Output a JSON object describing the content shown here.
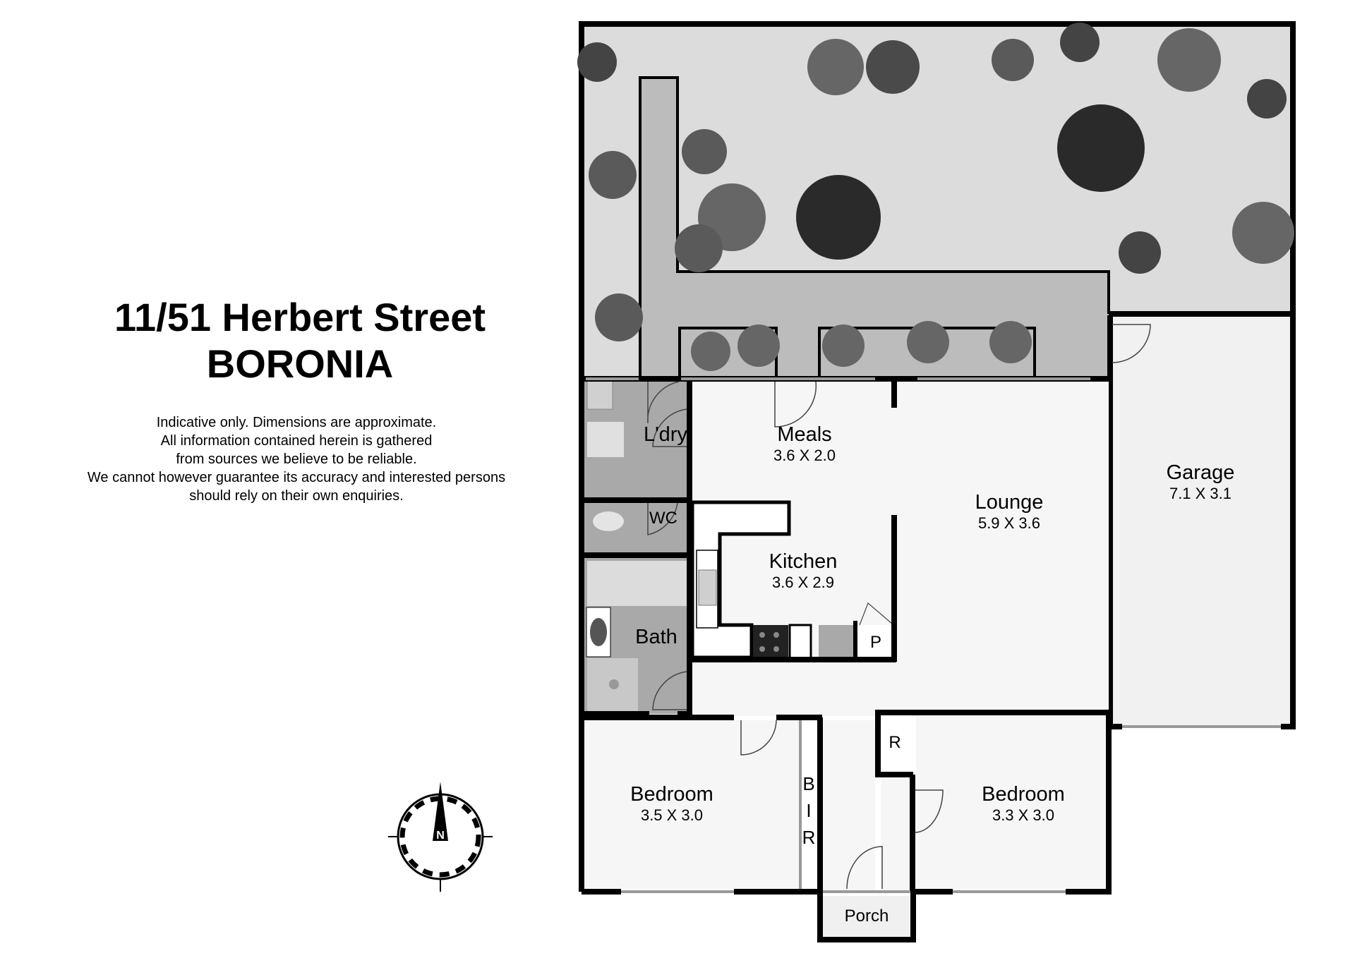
{
  "header": {
    "address_line": "11/51 Herbert Street",
    "suburb": "BORONIA"
  },
  "disclaimer": {
    "lines": [
      "Indicative only. Dimensions are approximate.",
      "All information contained herein is gathered",
      "from sources we believe to be reliable.",
      "We cannot however guarantee its accuracy and interested persons",
      "should rely on their own enquiries."
    ]
  },
  "compass": {
    "label": "N",
    "icon": "north-arrow-compass-icon"
  },
  "rooms": {
    "ldry": {
      "name": "L'dry"
    },
    "wc": {
      "name": "WC"
    },
    "bath": {
      "name": "Bath"
    },
    "meals": {
      "name": "Meals",
      "dimensions": "3.6 X 2.0"
    },
    "kitchen": {
      "name": "Kitchen",
      "dimensions": "3.6 X 2.9"
    },
    "pantry": {
      "name": "P"
    },
    "lounge": {
      "name": "Lounge",
      "dimensions": "5.9 X 3.6"
    },
    "garage": {
      "name": "Garage",
      "dimensions": "7.1 X 3.1"
    },
    "bedroom1": {
      "name": "Bedroom",
      "dimensions": "3.5 X 3.0"
    },
    "bedroom2": {
      "name": "Bedroom",
      "dimensions": "3.3 X 3.0"
    },
    "bir": {
      "letters": [
        "B",
        "I",
        "R"
      ]
    },
    "robe": {
      "name": "R"
    },
    "porch": {
      "name": "Porch"
    }
  },
  "colors": {
    "wall": "#000000",
    "garden": "#dcdcdc",
    "path": "#bcbcbc",
    "wet_area": "#a9a9a9",
    "floor": "#f6f6f6",
    "garage_floor": "#f1f1f1",
    "bench": "#ffffff",
    "plant_dark": "#3c3c3c",
    "plant_mid": "#666666"
  }
}
